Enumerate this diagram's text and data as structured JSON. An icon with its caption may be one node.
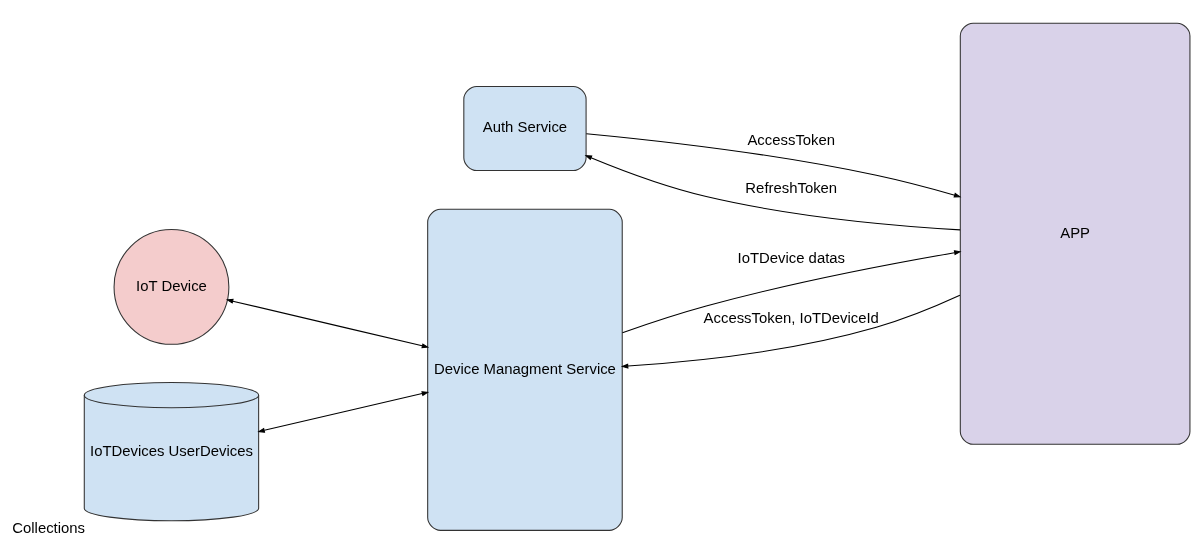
{
  "diagram": {
    "nodes": [
      {
        "text": [
          "Auth Service"
        ]
      },
      {
        "text": [
          "IoT Device"
        ]
      },
      {
        "text": [
          "Device Managment Service"
        ]
      },
      {
        "text": [
          "APP"
        ]
      },
      {
        "text": [
          "IoTDevices UserDevices"
        ],
        "beside": [
          "Collections"
        ]
      }
    ],
    "edges": [
      {
        "from": 3,
        "to": 0,
        "arrow": "to",
        "label": "RefreshToken"
      },
      {
        "from": 0,
        "to": 3,
        "arrow": "to",
        "label": "AccessToken"
      },
      {
        "from": 1,
        "to": 2,
        "arrow": "both"
      },
      {
        "from": 3,
        "to": 2,
        "arrow": "to",
        "label": "AccessToken, IoTDeviceId"
      },
      {
        "from": 2,
        "to": 3,
        "arrow": "to",
        "label": "IoTDevice datas"
      },
      {
        "from": 4,
        "to": 2,
        "arrow": "both"
      }
    ]
  }
}
